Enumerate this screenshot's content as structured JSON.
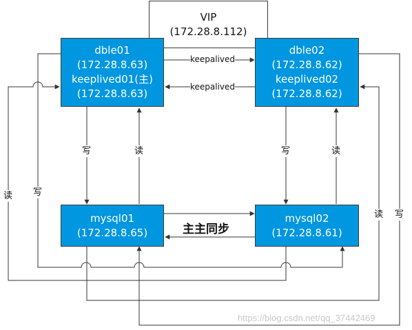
{
  "vip": {
    "title": "VIP",
    "ip": "(172.28.8.112)"
  },
  "dble01": {
    "name": "dble01",
    "ip": "(172.28.8.63)",
    "role": "keeplived01(主)",
    "role_ip": "(172.28.8.63)"
  },
  "dble02": {
    "name": "dble02",
    "ip": "(172.28.8.62)",
    "role": "keeplived02",
    "role_ip": "(172.28.8.62)"
  },
  "mysql01": {
    "name": "mysql01",
    "ip": "(172.28.8.65)"
  },
  "mysql02": {
    "name": "mysql02",
    "ip": "(172.28.8.61)"
  },
  "edges": {
    "keepalived_forward": "keepalived",
    "keepalived_back": "keepalived",
    "write": "写",
    "read": "读",
    "master_sync": "主主同步"
  },
  "watermark": "https://blog.csdn.net/qq_37442469"
}
